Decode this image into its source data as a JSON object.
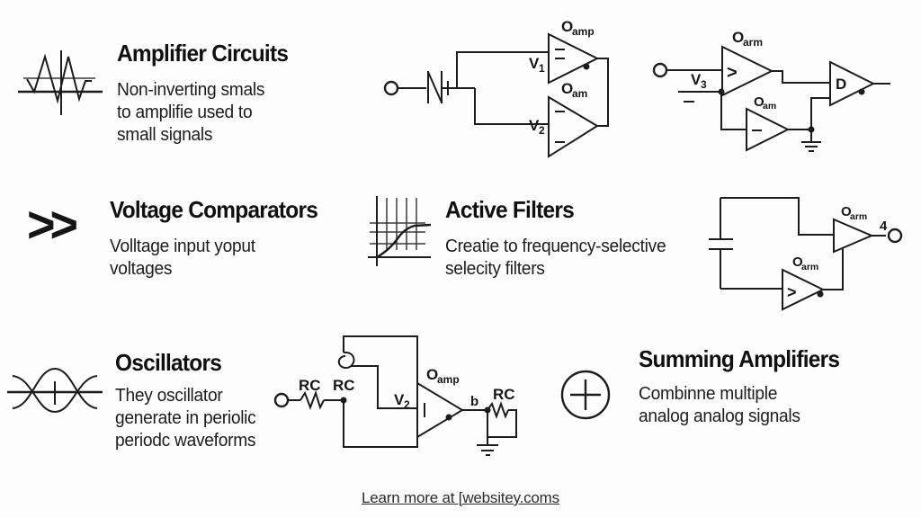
{
  "canvas": {
    "background": "#fdfdfd",
    "ink": "#1c1c1c"
  },
  "sections": [
    {
      "id": "amplifier-circuits",
      "icon": "waveform-icon",
      "title": "Amplifier Circuits",
      "lines": [
        "Non-inverting smals",
        "to amplifie used to",
        "small signals"
      ]
    },
    {
      "id": "voltage-comparators",
      "icon": "double-chevron-icon",
      "glyph": ">>",
      "title": "Voltage Comparators",
      "lines": [
        "Volltage input yoput",
        "voltages"
      ]
    },
    {
      "id": "active-filters",
      "icon": "filter-response-grid-icon",
      "title": "Active Filters",
      "lines": [
        "Creatie to frequency-selective",
        "selecity filters"
      ]
    },
    {
      "id": "oscillators",
      "icon": "crossed-sine-waves-icon",
      "title": "Oscillators",
      "lines": [
        "They oscillator",
        "generate in periolic",
        "periodc waveforms"
      ]
    },
    {
      "id": "summing-amplifiers",
      "icon": "circle-plus-icon",
      "glyph": "+",
      "title": "Summing Amplifiers",
      "lines": [
        "Combinne multiple",
        "analog analog signals"
      ]
    }
  ],
  "circuits": {
    "dual_opamp": {
      "amp1": {
        "main": "O",
        "sub": "amp"
      },
      "amp2": {
        "main": "O",
        "sub": "am"
      },
      "in1": {
        "main": "V",
        "sub": "1"
      },
      "in2": {
        "main": "V",
        "sub": "2"
      }
    },
    "comparator": {
      "amp1": {
        "main": "O",
        "sub": "arm"
      },
      "amp2": {
        "main": "O",
        "sub": "am"
      },
      "amp3_label": "D",
      "input": {
        "main": "V",
        "sub": "3"
      },
      "gate_mark": ">"
    },
    "integrator": {
      "amp1": {
        "main": "O",
        "sub": "arm"
      },
      "amp2": {
        "main": "O",
        "sub": "arm"
      },
      "output_label": "4",
      "gate_mark": ">"
    },
    "oscillator": {
      "r1": "RC",
      "r2": "RC",
      "r3": "RC",
      "input": {
        "main": "V",
        "sub": "2"
      },
      "amp": {
        "main": "O",
        "sub": "amp"
      },
      "output_label": "b"
    }
  },
  "footer": {
    "link": "Learn more at [websitey.coms"
  }
}
